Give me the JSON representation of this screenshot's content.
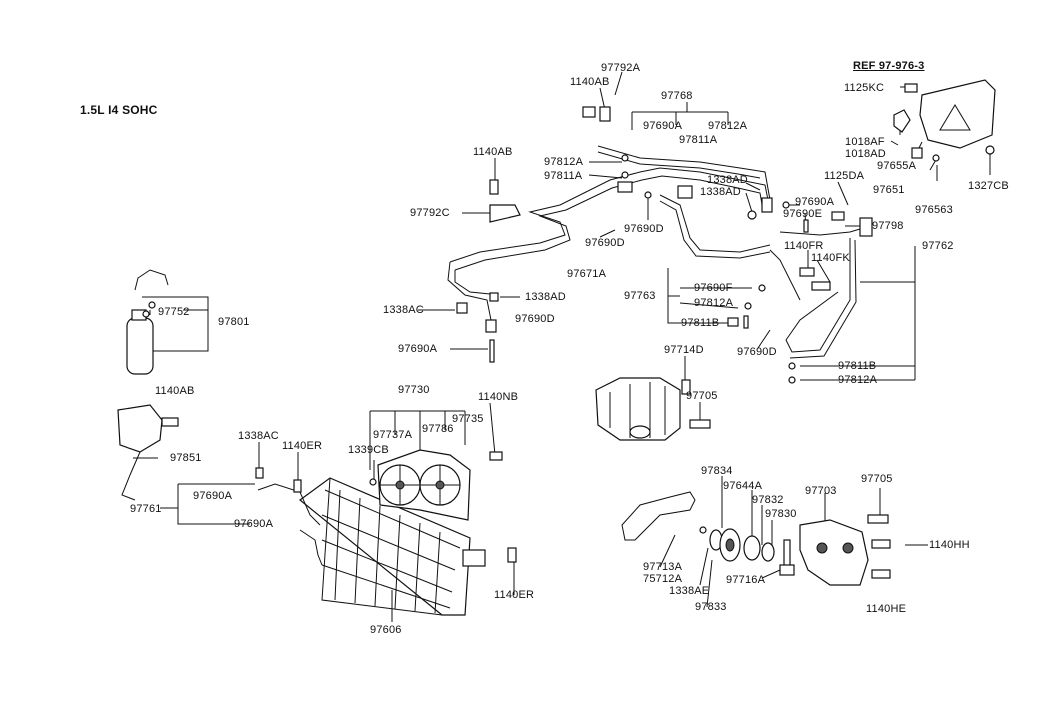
{
  "diagram": {
    "title": "1.5L I4 SOHC",
    "ref": "REF 97-976-3",
    "labels": {
      "p97792A": "97792A",
      "p1140AB_top": "1140AB",
      "p97768": "97768",
      "p97690A_top": "97690A",
      "p97812A_top": "97812A",
      "p97811A_top": "97811A",
      "p1140AB_mid": "1140AB",
      "p97812A_2": "97812A",
      "p97811A_2": "97811A",
      "p1338AD_1": "1338AD",
      "p1338AD_2": "1338AD",
      "p97792C": "97792C",
      "p97690D_1": "97690D",
      "p97690D_2": "97690D",
      "p97671A": "97671A",
      "p1338AC_1": "1338AC",
      "p1338AD_3": "1338AD",
      "p97690D_3": "97690D",
      "p97690A_2": "97690A",
      "p97752": "97752",
      "p97801": "97801",
      "p1140AB_left": "1140AB",
      "p97851": "97851",
      "p1125KC": "1125KC",
      "p1018AF": "1018AF",
      "p1018AD": "1018AD",
      "p97655A": "97655A",
      "p97651": "97651",
      "p97656B": "976563",
      "p1327CB": "1327CB",
      "p1125DA": "1125DA",
      "p97690A_3": "97690A",
      "p97690E": "97690E",
      "p97798": "97798",
      "p97762": "97762",
      "p1140FR": "1140FR",
      "p1140FK": "1140FK",
      "p97763": "97763",
      "p97690F": "97690F",
      "p97812A_3": "97812A",
      "p97811B_1": "97811B",
      "p97690D_4": "97690D",
      "p97811B_2": "97811B",
      "p97812A_4": "97812A",
      "p97714D": "97714D",
      "p97705_1": "97705",
      "p97730": "97730",
      "p1140NB": "1140NB",
      "p97735": "97735",
      "p97737A": "97737A",
      "p97786": "97786",
      "p1339CB": "1339CB",
      "p1338AC_2": "1338AC",
      "p1140ER_1": "1140ER",
      "p97690A_4": "97690A",
      "p97761": "97761",
      "p97690A_5": "97690A",
      "p1140ER_2": "1140ER",
      "p97606": "97606",
      "p97834": "97834",
      "p97644A": "97644A",
      "p97832": "97832",
      "p97830": "97830",
      "p97703": "97703",
      "p97705_2": "97705",
      "p1140HH": "1140HH",
      "p97713A": "97713A",
      "p75712A": "75712A",
      "p1338AE": "1338AE",
      "p97716A": "97716A",
      "p97833": "97833",
      "p1140HE": "1140HE"
    }
  }
}
